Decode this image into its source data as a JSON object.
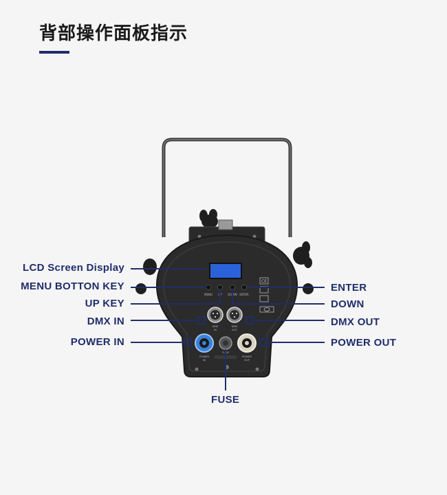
{
  "title": "背部操作面板指示",
  "colors": {
    "accent": "#1f2d6b",
    "body": "#2b2b2b",
    "display": "#2a63d9"
  },
  "labels_left": [
    "LCD Screen Display",
    "MENU BOTTON KEY",
    "UP KEY",
    "DMX IN",
    "POWER IN"
  ],
  "labels_right": [
    "ENTER",
    "DOWN",
    "DMX OUT",
    "POWER OUT"
  ],
  "label_bottom": "FUSE",
  "panel_text": {
    "menu": "MENU",
    "up": "UP",
    "down": "DOWN",
    "enter": "ENTER",
    "dmx_in": "DMX\nIN",
    "dmx_out": "DMX\nOUT",
    "fuse": "FUSE",
    "power_in": "POWER\nIN",
    "power_out": "POWER\nOUT",
    "ce": "CE"
  }
}
